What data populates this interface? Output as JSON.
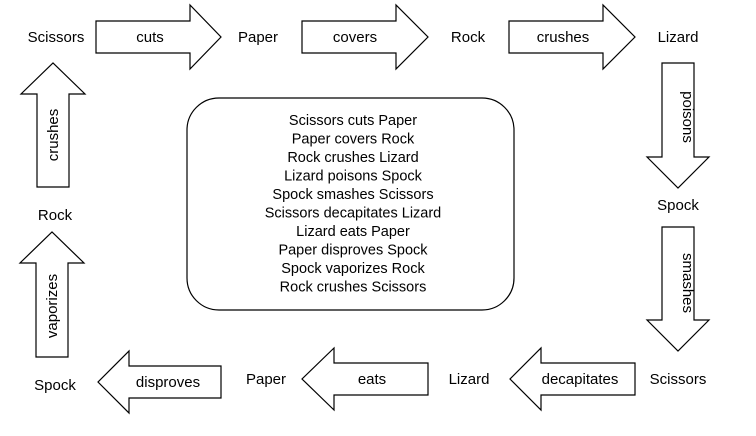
{
  "nodes": {
    "top_left": "Scissors",
    "top_mid1": "Paper",
    "top_mid2": "Rock",
    "top_right": "Lizard",
    "right_mid": "Spock",
    "bottom_right": "Scissors",
    "bottom_mid2": "Lizard",
    "bottom_mid1": "Paper",
    "bottom_left": "Spock",
    "left_mid": "Rock"
  },
  "arrows": {
    "cuts": "cuts",
    "covers": "covers",
    "crushes_top": "crushes",
    "poisons": "poisons",
    "smashes": "smashes",
    "decapitates": "decapitates",
    "eats": "eats",
    "disproves": "disproves",
    "vaporizes": "vaporizes",
    "crushes_left": "crushes"
  },
  "rules": [
    "Scissors cuts Paper",
    "Paper covers Rock",
    "Rock crushes Lizard",
    "Lizard poisons Spock",
    "Spock smashes Scissors",
    "Scissors decapitates Lizard",
    "Lizard eats Paper",
    "Paper disproves Spock",
    "Spock vaporizes Rock",
    "Rock crushes Scissors"
  ]
}
